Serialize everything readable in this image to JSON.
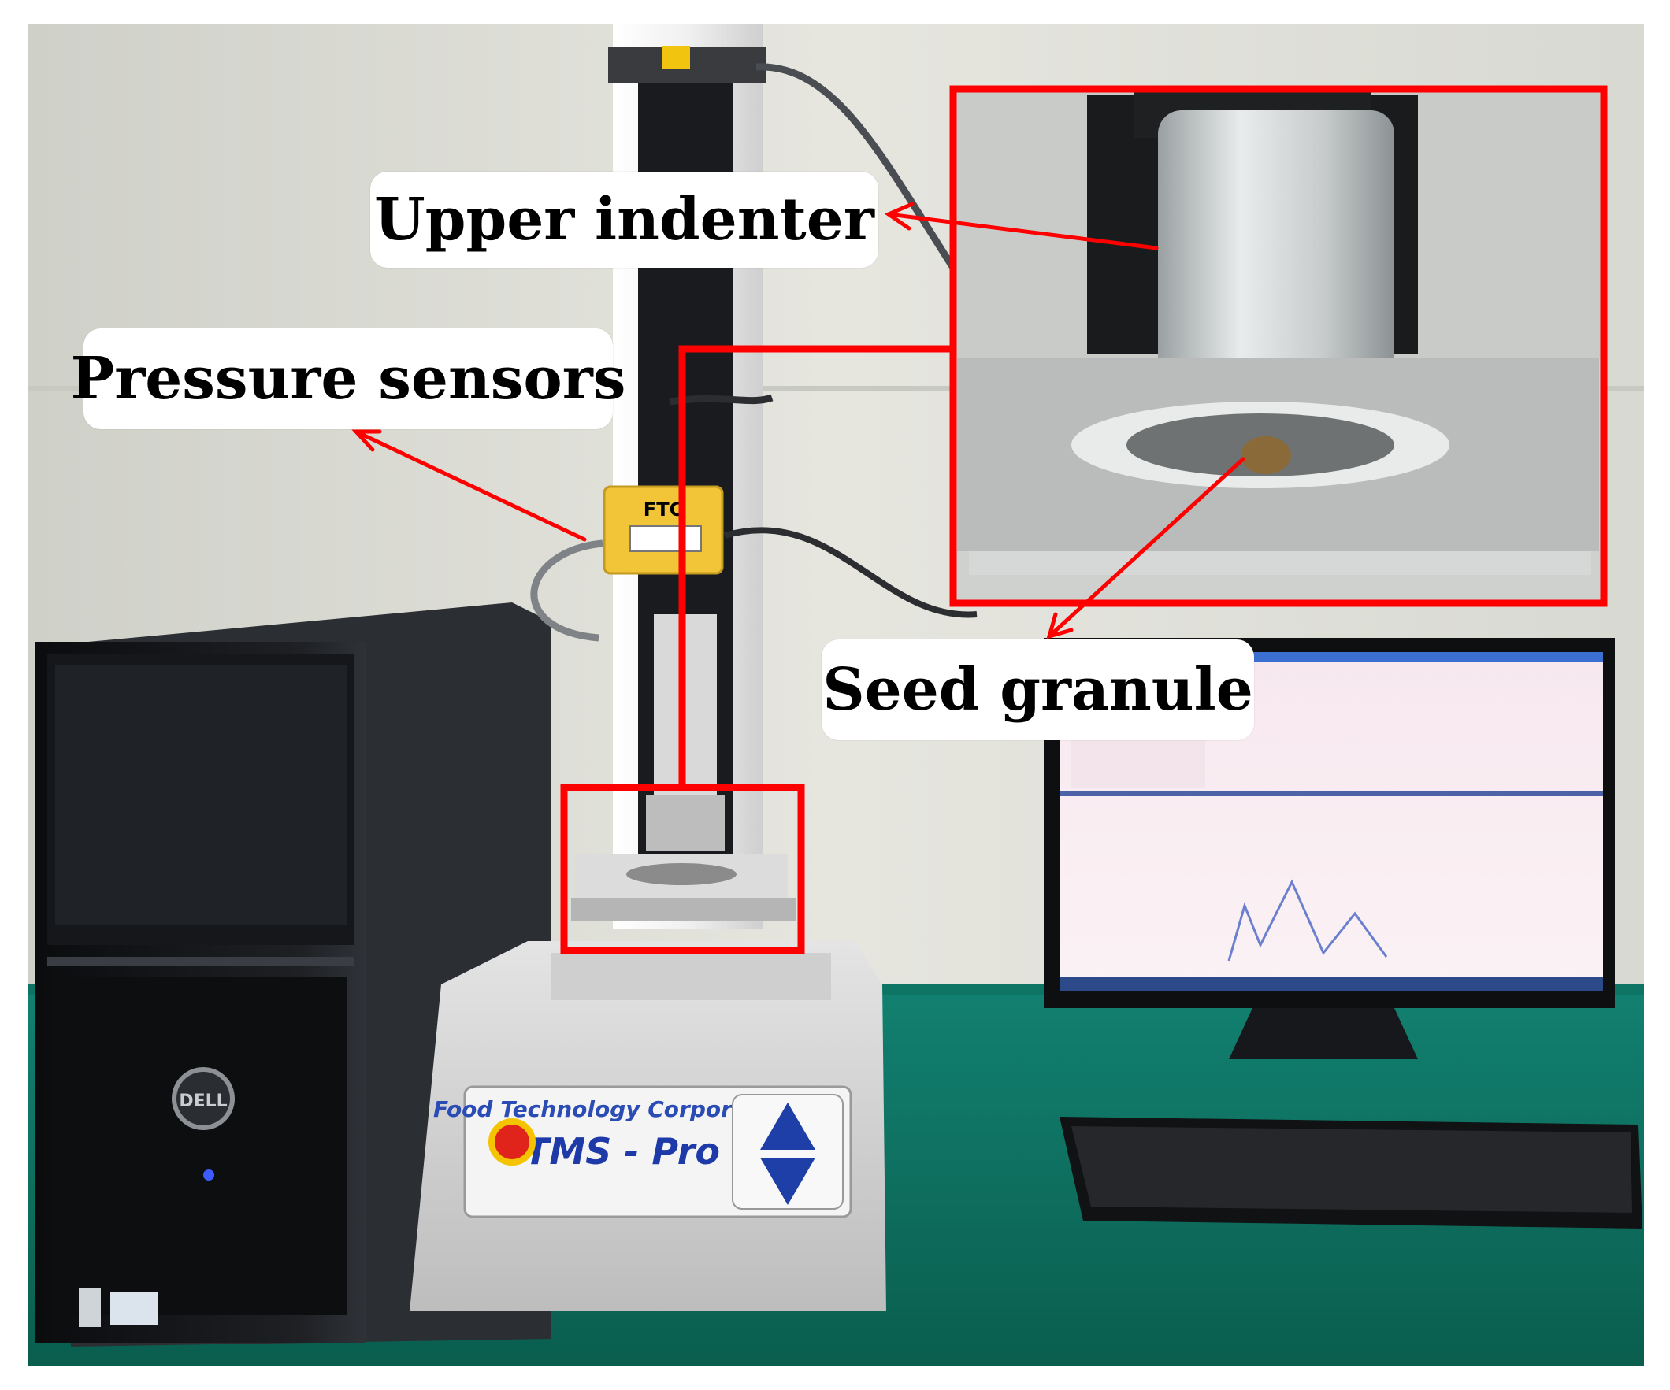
{
  "annotations": {
    "upper_indenter": "Upper indenter",
    "pressure_sensors": "Pressure sensors",
    "seed_granule": "Seed granule"
  },
  "instrument": {
    "manufacturer": "Food Technology Corporation",
    "model": "TMS - Pro",
    "sensor_label": "FTC"
  },
  "computer": {
    "brand": "DELL"
  },
  "colors": {
    "annotation_red": "#ff0000",
    "table_green": "#0d6e5c",
    "wall": "#d9d8d1"
  }
}
